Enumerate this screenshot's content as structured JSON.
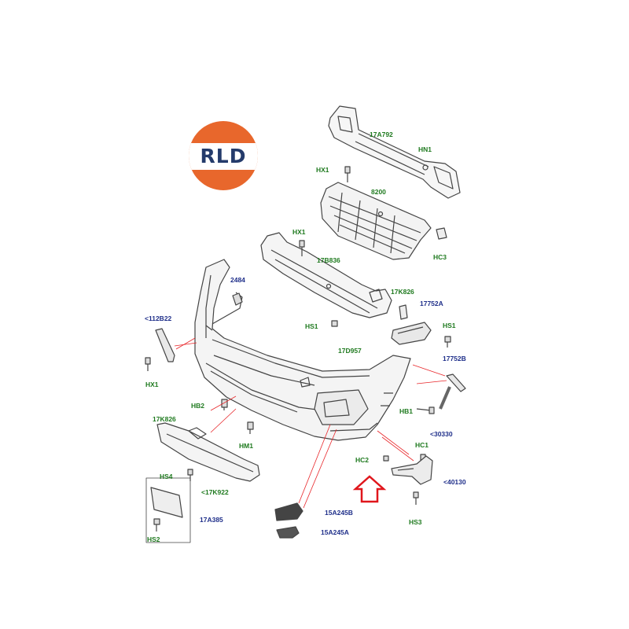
{
  "logo": {
    "text": "RLD",
    "colors": {
      "orange": "#e8672c",
      "navy": "#243b6b"
    }
  },
  "accent": {
    "arrow_outline": "#e0161c",
    "leader_lines": "#e8262a"
  },
  "callouts": {
    "a17A792": "17A792",
    "hn1": "HN1",
    "hx1_top": "HX1",
    "a8200": "8200",
    "hx1_mid": "HX1",
    "hc3": "HC3",
    "a17B836": "17B836",
    "a2484": "2484",
    "a17K826_top": "17K826",
    "a17752A": "17752A",
    "a112B22": "<112B22",
    "hs1_left": "HS1",
    "hs1_right": "HS1",
    "a17D957": "17D957",
    "a17752B": "17752B",
    "hx1_bottom": "HX1",
    "hb2": "HB2",
    "hb1": "HB1",
    "a17K826_bottom": "17K826",
    "hm1": "HM1",
    "a30330": "<30330",
    "hc1": "HC1",
    "hc2": "HC2",
    "hs4": "HS4",
    "a17K922": "<17K922",
    "a40130": "<40130",
    "a17A385": "17A385",
    "hs3": "HS3",
    "a15A245B": "15A245B",
    "hs2": "HS2",
    "a15A245A": "15A245A"
  }
}
